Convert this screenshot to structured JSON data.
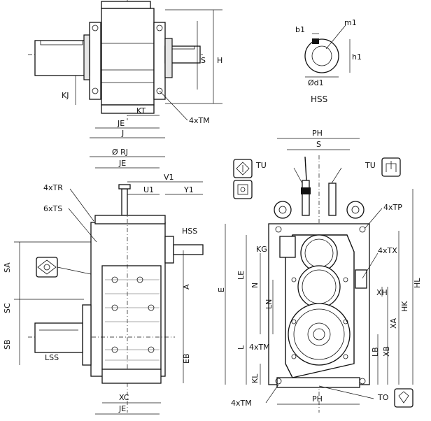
{
  "top_view": {
    "labels": {
      "H": "H",
      "S": "S",
      "KJ": "KJ",
      "KT": "KT",
      "JE": "JE",
      "J": "J",
      "TM": "4xTM"
    }
  },
  "hss_detail": {
    "labels": {
      "b1": "b1",
      "m1": "m1",
      "h1": "h1",
      "d1": "Ød1",
      "title": "HSS"
    }
  },
  "side_view": {
    "labels": {
      "RJ": "Ø RJ",
      "JE_top": "JE",
      "V1": "V1",
      "U1": "U1",
      "Y1": "Y1",
      "TR": "4xTR",
      "TS": "6xTS",
      "HSS": "HSS",
      "SA": "SA",
      "SC": "SC",
      "SB": "SB",
      "LSS": "LSS",
      "A": "A",
      "EB": "EB",
      "XC": "XC",
      "JE_bottom": "JE"
    }
  },
  "front_view": {
    "labels": {
      "PH_top": "PH",
      "S": "S",
      "TU_left": "TU",
      "TU_right": "TU",
      "TP": "4xTP",
      "TX": "4xTX",
      "KG": "KG",
      "LE": "LE",
      "E": "E",
      "N": "N",
      "LN": "LN",
      "XH": "XH",
      "HK": "HK",
      "XA": "XA",
      "HL": "HL",
      "L": "L",
      "LB": "LB",
      "XB": "XB",
      "TM": "4xTM",
      "KL": "KL",
      "TM_bottom": "4xTM",
      "PH_bottom": "PH",
      "TO": "TO"
    }
  },
  "icons": [
    "vent-breather-icon",
    "oil-level-icon",
    "oil-fill-icon",
    "oil-drain-icon",
    "gauge-icon"
  ]
}
